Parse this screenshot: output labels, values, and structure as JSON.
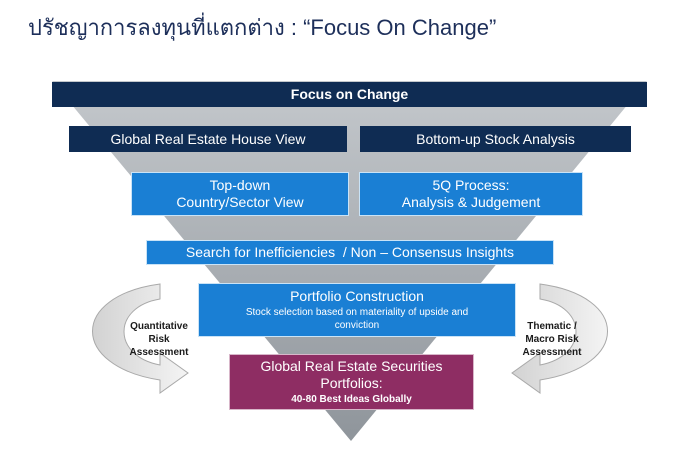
{
  "title": "ปรัชญาการลงทุนที่แตกต่าง : “Focus On Change”",
  "header": "Focus on Change",
  "row1": {
    "left": "Global Real Estate House View",
    "right": "Bottom-up Stock Analysis"
  },
  "row2": {
    "left": [
      "Top-down",
      "Country/Sector View"
    ],
    "right": [
      "5Q Process:",
      "Analysis & Judgement"
    ]
  },
  "row3": "Search for Inefficiencies  / Non – Consensus Insights",
  "portfolio": {
    "title": "Portfolio Construction",
    "subtitle": [
      "Stock selection based on materiality of upside and",
      "conviction"
    ]
  },
  "output": {
    "title": [
      "Global Real Estate Securities",
      "Portfolios:"
    ],
    "subtitle": "40-80 Best Ideas Globally"
  },
  "left_loop": [
    "Quantitative",
    "Risk",
    "Assessment"
  ],
  "right_loop": [
    "Thematic /",
    "Macro Risk",
    "Assessment"
  ],
  "colors": {
    "navy": "#0f2c53",
    "blue": "#1a7fd4",
    "plum": "#8e2d63",
    "funnel": "#aeb3b8",
    "arrow": "#e2e2e2"
  }
}
